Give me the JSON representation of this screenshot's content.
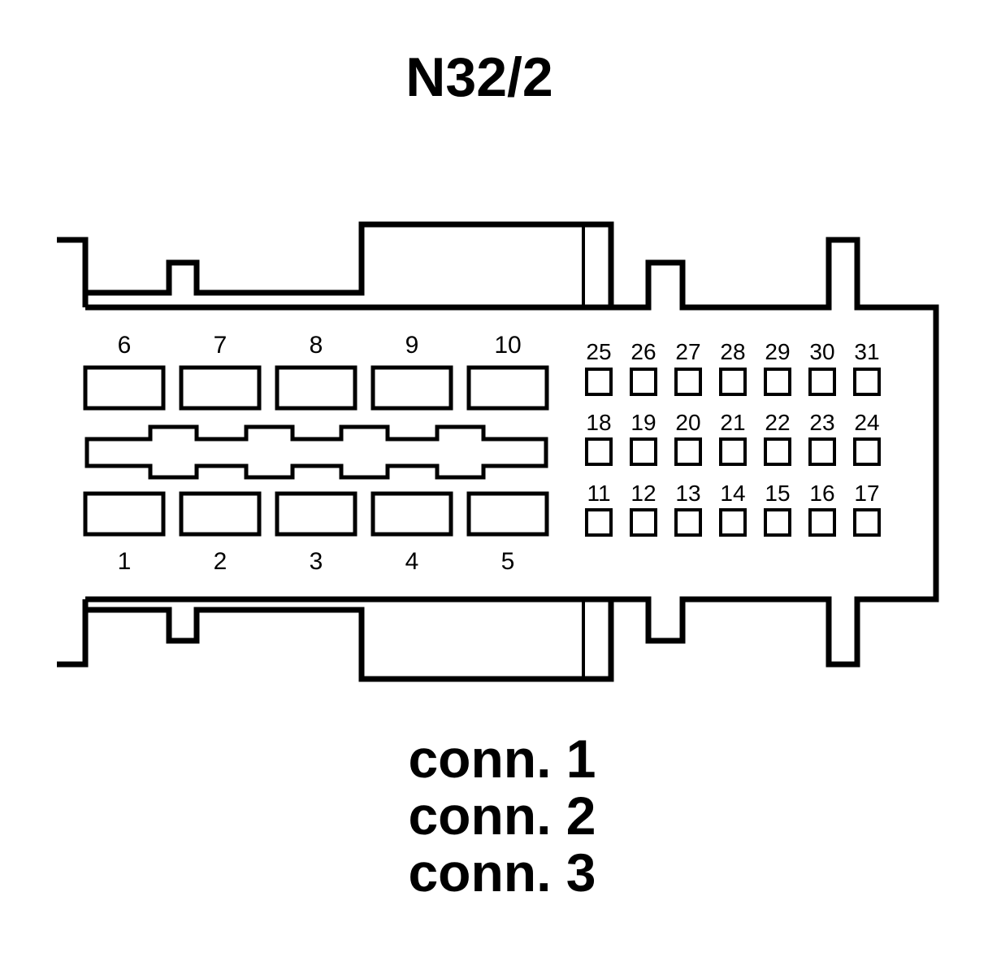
{
  "title": "N32/2",
  "connectors": [
    "conn. 1",
    "conn. 2",
    "conn. 3"
  ],
  "large_pins": {
    "top_row": [
      "6",
      "7",
      "8",
      "9",
      "10"
    ],
    "bottom_row": [
      "1",
      "2",
      "3",
      "4",
      "5"
    ]
  },
  "small_pins": {
    "row_top": [
      "25",
      "26",
      "27",
      "28",
      "29",
      "30",
      "31"
    ],
    "row_middle": [
      "18",
      "19",
      "20",
      "21",
      "22",
      "23",
      "24"
    ],
    "row_bottom": [
      "11",
      "12",
      "13",
      "14",
      "15",
      "16",
      "17"
    ]
  }
}
